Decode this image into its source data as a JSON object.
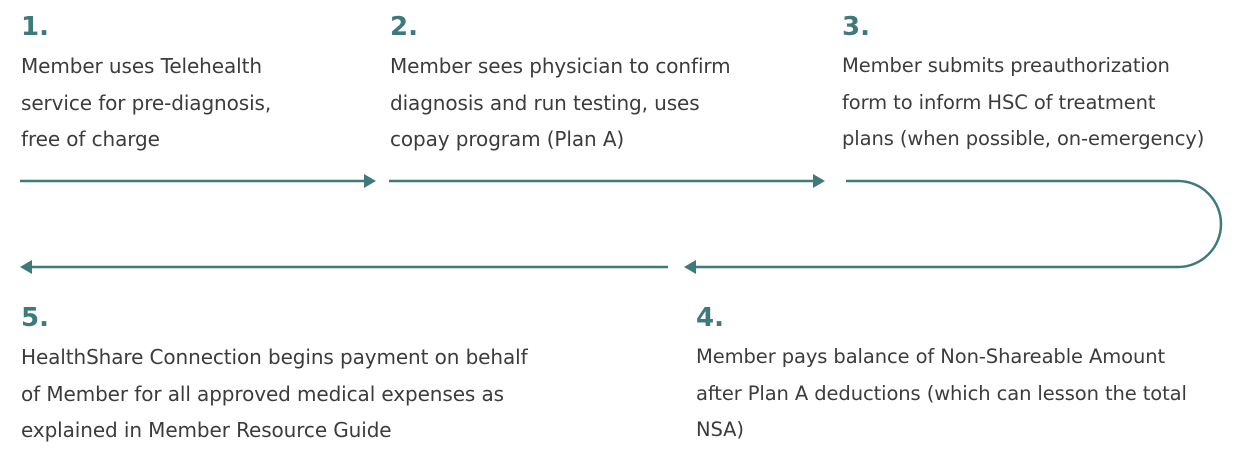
{
  "steps": [
    {
      "number": "1.",
      "lines": [
        "Member uses Telehealth",
        "service for pre-diagnosis,",
        "free of charge"
      ]
    },
    {
      "number": "2.",
      "lines": [
        "Member sees physician to confirm",
        "diagnosis and run testing, uses",
        "copay program (Plan A)"
      ]
    },
    {
      "number": "3.",
      "lines": [
        "Member submits preauthorization",
        "form to inform HSC of treatment",
        "plans (when possible, on-emergency)"
      ]
    },
    {
      "number": "4.",
      "lines": [
        "Member pays balance of Non-Shareable Amount",
        "after Plan A deductions (which can lesson the total",
        "NSA)"
      ]
    },
    {
      "number": "5.",
      "lines": [
        "HealthShare Connection begins payment on behalf",
        "of Member for all approved medical expenses as",
        "explained in Member Resource Guide"
      ]
    }
  ],
  "colors": {
    "accent": "#3f7a7a",
    "text": "#3c3c3c"
  }
}
